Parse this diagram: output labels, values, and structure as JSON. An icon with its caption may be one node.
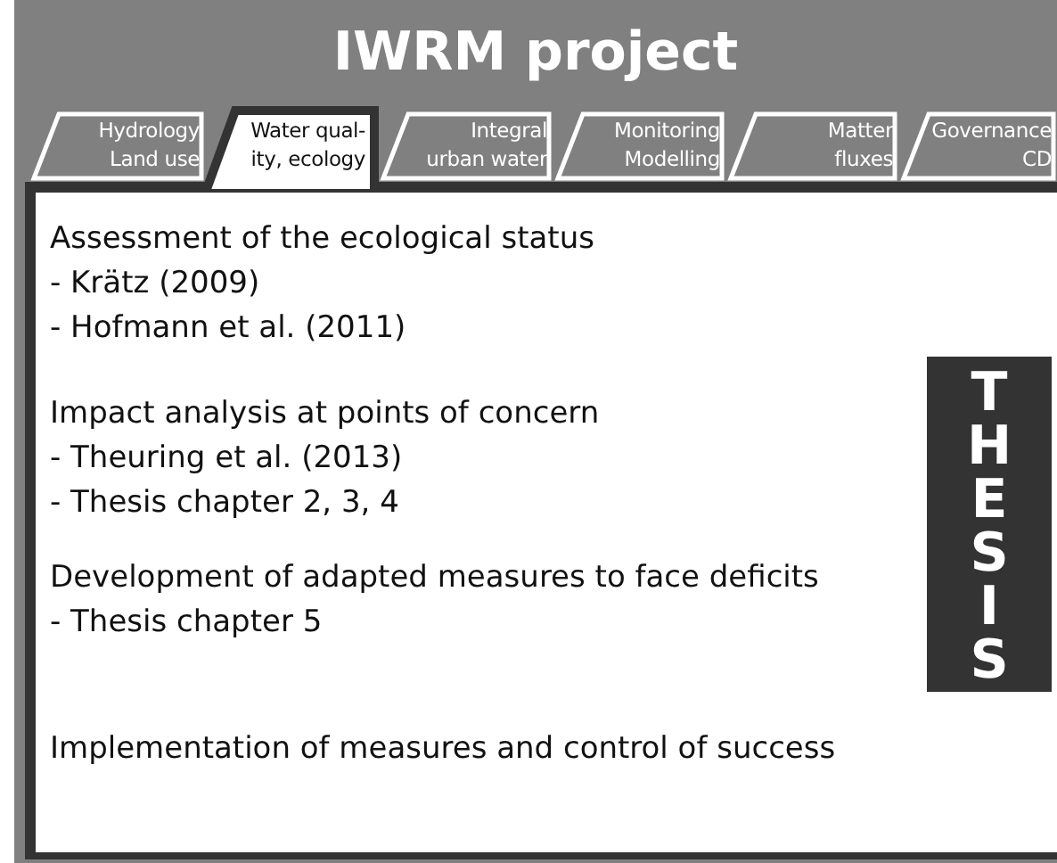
{
  "diagram": {
    "nodes": [
      {
        "text": [
          "IWRM project"
        ]
      },
      {
        "text": [
          "Hydrology Land use"
        ],
        "in": 0
      },
      {
        "text": [
          "Water qual- ity, ecology"
        ],
        "in": 0
      },
      {
        "text": [
          "Integral urban water"
        ],
        "in": 0
      },
      {
        "text": [
          "Monitoring Modelling"
        ],
        "in": 0
      },
      {
        "text": [
          "Matter fluxes"
        ],
        "in": 0
      },
      {
        "text": [
          "Governance CD"
        ],
        "in": 0
      },
      {
        "text": [
          "Assessment of the ecological status",
          "- Krätz (2009)",
          "- Hofmann et al. (2011)"
        ],
        "in": 0
      },
      {
        "text": [
          "Impact analysis at points of concern",
          "- Theuring et al. (2013)",
          "- Thesis chapter 2, 3, 4"
        ],
        "in": 0
      },
      {
        "text": [
          "Development of adapted measures to face deficits",
          "- Thesis chapter 5"
        ],
        "in": 0
      },
      {
        "text": [
          "Implementation of measures and control of success"
        ],
        "in": 0
      },
      {
        "text": [
          "THESIS"
        ],
        "in": 0
      }
    ],
    "edges": []
  }
}
